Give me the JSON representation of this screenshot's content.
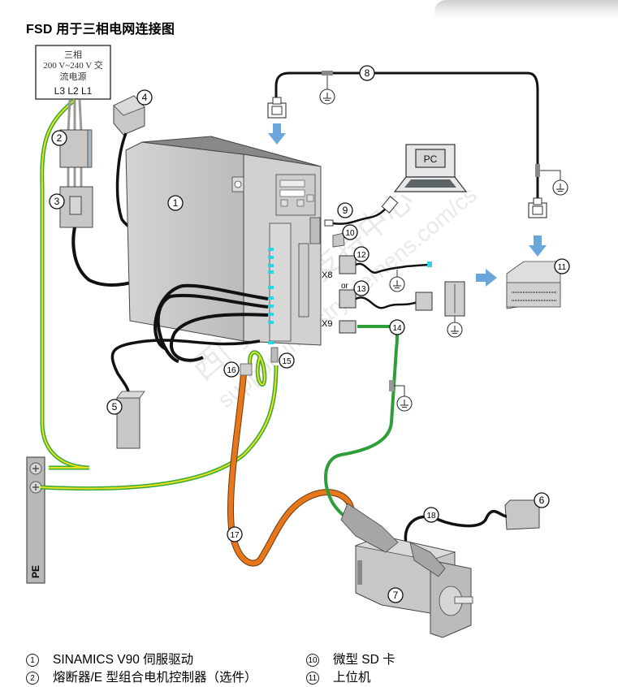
{
  "title": "FSD 用于三相电网连接图",
  "power_box": {
    "line1": "三相",
    "line2": "200 V~240 V 交",
    "line3": "流电源",
    "phases": "L3 L2 L1"
  },
  "components": [
    {
      "id": "1",
      "callout": "1"
    },
    {
      "id": "2",
      "callout": "2"
    },
    {
      "id": "3",
      "callout": "3"
    },
    {
      "id": "4",
      "callout": "4"
    },
    {
      "id": "5",
      "callout": "5"
    },
    {
      "id": "6",
      "callout": "6"
    },
    {
      "id": "7",
      "callout": "7"
    },
    {
      "id": "8",
      "callout": "8"
    },
    {
      "id": "9",
      "callout": "9"
    },
    {
      "id": "10",
      "callout": "10"
    },
    {
      "id": "11",
      "callout": "11"
    },
    {
      "id": "12",
      "callout": "12"
    },
    {
      "id": "13",
      "callout": "13"
    },
    {
      "id": "14",
      "callout": "14"
    },
    {
      "id": "15",
      "callout": "15"
    },
    {
      "id": "16",
      "callout": "16"
    },
    {
      "id": "17",
      "callout": "17"
    },
    {
      "id": "18",
      "callout": "18"
    }
  ],
  "labels": {
    "pc": "PC",
    "x8": "X8",
    "or": "or",
    "x9": "X9",
    "pe": "PE"
  },
  "watermark": {
    "line1": "西门子工业支持中心",
    "line2": "support.industry.siemens.com/cs"
  },
  "legend": [
    {
      "num": "1",
      "text": "SINAMICS V90 伺服驱动"
    },
    {
      "num": "2",
      "text": "熔断器/E 型组合电机控制器（选件）"
    },
    {
      "num": "10",
      "text": "微型 SD 卡"
    },
    {
      "num": "11",
      "text": "上位机"
    }
  ],
  "colors": {
    "cable_black": "#111111",
    "cable_orange": "#e8761a",
    "cable_green": "#2e9e3a",
    "pe_yellow": "#e8e21a",
    "pe_green": "#3aa83a",
    "arrow_blue": "#6aa6dc",
    "device_gray": "#c9c7c5",
    "highlight_cyan": "#35d0e0"
  }
}
